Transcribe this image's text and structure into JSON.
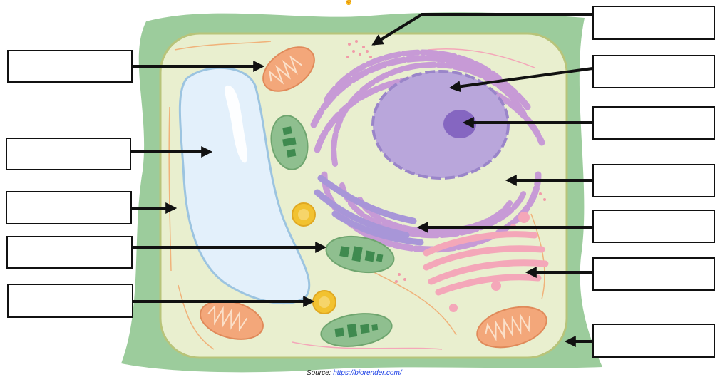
{
  "source": {
    "prefix": "Source: ",
    "link_text": "https://biorender.com/"
  },
  "labels": [
    {
      "id": "ribosome",
      "text": ""
    },
    {
      "id": "nucleus",
      "text": ""
    },
    {
      "id": "nucleolus",
      "text": ""
    },
    {
      "id": "rough-er",
      "text": ""
    },
    {
      "id": "smooth-er",
      "text": ""
    },
    {
      "id": "golgi",
      "text": ""
    },
    {
      "id": "cell-wall",
      "text": ""
    },
    {
      "id": "mitochondrion",
      "text": ""
    },
    {
      "id": "vacuole",
      "text": ""
    },
    {
      "id": "cell-membrane",
      "text": ""
    },
    {
      "id": "chloroplast",
      "text": ""
    },
    {
      "id": "peroxisome",
      "text": ""
    }
  ],
  "colors": {
    "cell_wall": "#9ccc9c",
    "cytoplasm": "#e9efcf",
    "membrane": "#b8c47a",
    "vacuole": "#e3f0fb",
    "nucleus": "#b9a6db",
    "nucleolus": "#8566c1",
    "er": "#c79ad6",
    "smooth_er": "#a896d8",
    "golgi": "#f4a7b9",
    "mitochondria": "#f3a77a",
    "chloroplast": "#8fbf8f",
    "arrow": "#111111"
  }
}
